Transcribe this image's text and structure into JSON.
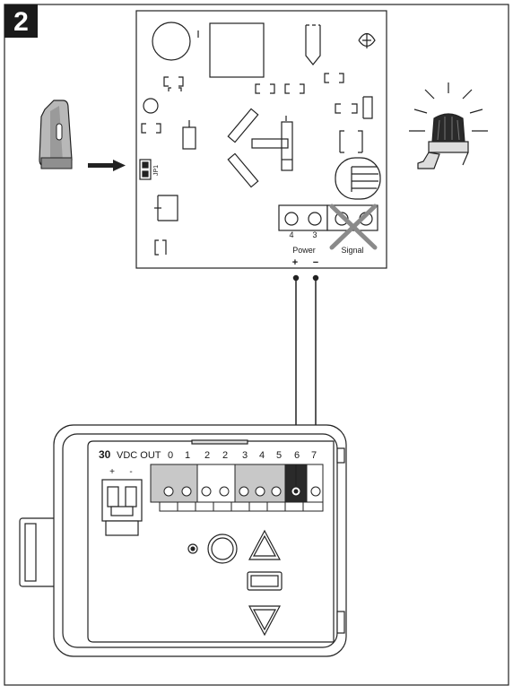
{
  "step": {
    "number": "2"
  },
  "receiver_board": {
    "jumper_label": "JP1",
    "terminals": [
      {
        "number": "4",
        "symbol": "~"
      },
      {
        "number": "3",
        "symbol": "~"
      }
    ],
    "power_label": "Power",
    "signal_label": "Signal",
    "plus": "+",
    "minus": "−"
  },
  "control_unit": {
    "voltage_bold": "30",
    "voltage_rest": "VDC OUT",
    "plus": "+",
    "minus": "-",
    "terminal_numbers": [
      "0",
      "1",
      "2",
      "2",
      "3",
      "4",
      "5",
      "6",
      "7"
    ]
  },
  "icons": [
    "remote-transmitter-icon",
    "arrow-right-icon",
    "warning-light-icon",
    "up-arrow-button-icon",
    "stop-button-icon",
    "down-arrow-button-icon"
  ]
}
